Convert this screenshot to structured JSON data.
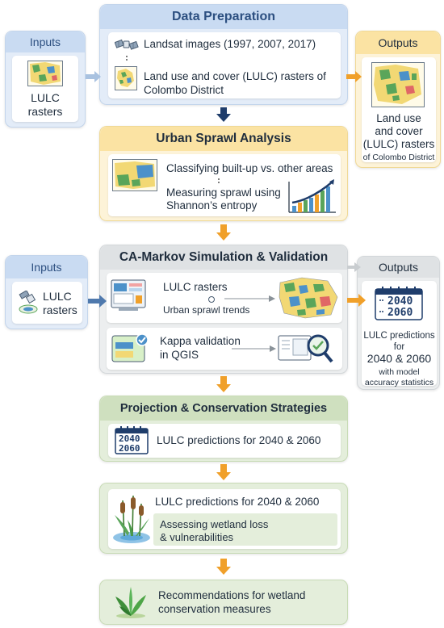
{
  "data_preparation": {
    "title": "Data Preparation",
    "item1": "Landsat images (1997, 2007, 2017)",
    "item2_line1": "Land use and cover (LULC) rasters of",
    "item2_line2": "Colombo District"
  },
  "inputs_top": {
    "title": "Inputs",
    "label_line1": "LULC",
    "label_line2": "rasters"
  },
  "outputs_top": {
    "title": "Outputs",
    "line1": "Land use",
    "line2": "and cover",
    "line3": "(LULC) rasters",
    "line4": "of Colombo District"
  },
  "urban_sprawl": {
    "title": "Urban Sprawl Analysis",
    "item1": "Classifying built-up vs. other areas",
    "item2_line1": "Measuring sprawl using",
    "item2_line2": "Shannon’s entropy"
  },
  "ca_markov": {
    "title": "CA-Markov Simulation & Validation",
    "lulc_rasters": "LULC rasters",
    "sprawl_trends": "Urban sprawl trends",
    "kappa_line1": "Kappa validation",
    "kappa_line2": "in QGIS"
  },
  "inputs_mid": {
    "title": "Inputs",
    "label_line1": "LULC",
    "label_line2": "rasters"
  },
  "outputs_mid": {
    "title": "Outputs",
    "year1": "2040",
    "year2": "2060",
    "line1": "LULC predictions",
    "line2": "for",
    "line3": "2040 & 2060",
    "line4": "with model",
    "line5": "accuracy statistics"
  },
  "projection": {
    "title": "Projection & Conservation Strategies",
    "item": "LULC predictions for 2040 & 2060",
    "year1": "2040",
    "year2": "2060"
  },
  "wetland": {
    "item1": "LULC predictions for 2040 & 2060",
    "item2_line1": "Assessing wetland loss",
    "item2_line2": "& vulnerabilities"
  },
  "recommendations": {
    "line1": "Recommendations for wetland",
    "line2": "conservation measures"
  },
  "colors": {
    "blue_panel": "#e3ecf8",
    "blue_head": "#c9dbf2",
    "blue_title": "#2c4f80",
    "yellow_panel": "#fdf3d8",
    "yellow_head": "#fbe3a3",
    "gray_panel": "#eceeef",
    "gray_head": "#dfe2e4",
    "green_panel": "#e4eedb",
    "green_head": "#cfe0bf",
    "arrow_orange": "#f0a02a",
    "arrow_navy": "#1f3d6b"
  }
}
